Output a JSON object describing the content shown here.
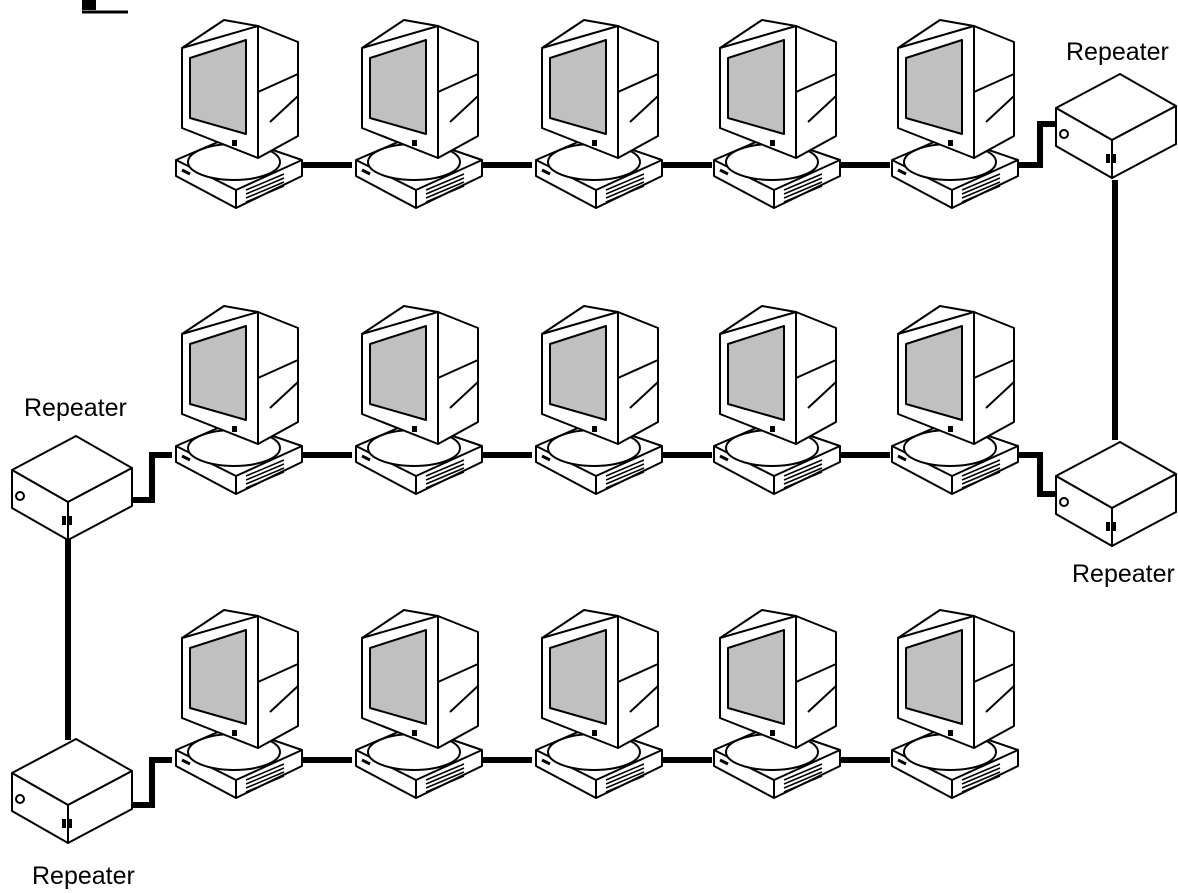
{
  "repeater_label": "Repeater",
  "colors": {
    "outline": "#000000",
    "screen": "#c0c0c0",
    "casing": "#ffffff",
    "cable": "#000000",
    "background": "#ffffff"
  },
  "icons": {
    "computer": "computer-icon",
    "repeater": "repeater-icon"
  },
  "rows": [
    {
      "computers": 5,
      "repeater_left": false,
      "repeater_right": true
    },
    {
      "computers": 5,
      "repeater_left": true,
      "repeater_right": true
    },
    {
      "computers": 5,
      "repeater_left": true,
      "repeater_right": false
    }
  ],
  "repeaters": [
    {
      "id": "r1",
      "label": "Repeater"
    },
    {
      "id": "r2",
      "label": "Repeater"
    },
    {
      "id": "r3",
      "label": "Repeater"
    },
    {
      "id": "r4",
      "label": "Repeater"
    }
  ]
}
